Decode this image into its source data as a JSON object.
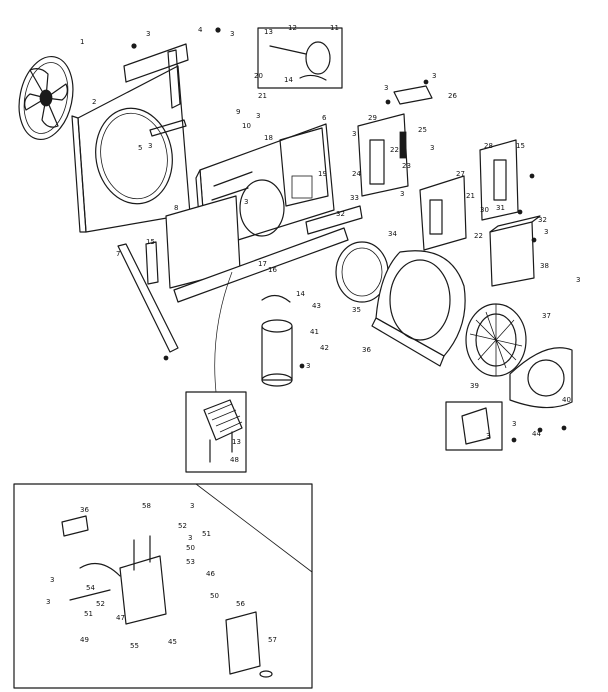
{
  "figure": {
    "type": "exploded-parts-diagram",
    "callouts": [
      {
        "num": "1"
      },
      {
        "num": "2"
      },
      {
        "num": "3"
      },
      {
        "num": "3"
      },
      {
        "num": "4"
      },
      {
        "num": "3"
      },
      {
        "num": "5"
      },
      {
        "num": "13"
      },
      {
        "num": "12"
      },
      {
        "num": "11"
      },
      {
        "num": "14"
      },
      {
        "num": "20"
      },
      {
        "num": "21"
      },
      {
        "num": "9"
      },
      {
        "num": "10"
      },
      {
        "num": "3"
      },
      {
        "num": "18"
      },
      {
        "num": "6"
      },
      {
        "num": "3"
      },
      {
        "num": "26"
      },
      {
        "num": "3"
      },
      {
        "num": "29"
      },
      {
        "num": "25"
      },
      {
        "num": "3"
      },
      {
        "num": "22"
      },
      {
        "num": "24"
      },
      {
        "num": "23"
      },
      {
        "num": "28"
      },
      {
        "num": "15"
      },
      {
        "num": "3"
      },
      {
        "num": "27"
      },
      {
        "num": "3"
      },
      {
        "num": "19"
      },
      {
        "num": "3"
      },
      {
        "num": "8"
      },
      {
        "num": "7"
      },
      {
        "num": "15"
      },
      {
        "num": "32"
      },
      {
        "num": "33"
      },
      {
        "num": "21"
      },
      {
        "num": "22"
      },
      {
        "num": "32"
      },
      {
        "num": "3"
      },
      {
        "num": "30"
      },
      {
        "num": "31"
      },
      {
        "num": "17"
      },
      {
        "num": "16"
      },
      {
        "num": "34"
      },
      {
        "num": "14"
      },
      {
        "num": "43"
      },
      {
        "num": "35"
      },
      {
        "num": "41"
      },
      {
        "num": "42"
      },
      {
        "num": "3"
      },
      {
        "num": "36"
      },
      {
        "num": "37"
      },
      {
        "num": "3"
      },
      {
        "num": "38"
      },
      {
        "num": "39"
      },
      {
        "num": "40"
      },
      {
        "num": "3"
      },
      {
        "num": "3"
      },
      {
        "num": "44"
      },
      {
        "num": "13"
      },
      {
        "num": "48"
      },
      {
        "num": "36"
      },
      {
        "num": "58"
      },
      {
        "num": "3"
      },
      {
        "num": "52"
      },
      {
        "num": "3"
      },
      {
        "num": "50"
      },
      {
        "num": "51"
      },
      {
        "num": "53"
      },
      {
        "num": "46"
      },
      {
        "num": "3"
      },
      {
        "num": "54"
      },
      {
        "num": "3"
      },
      {
        "num": "52"
      },
      {
        "num": "51"
      },
      {
        "num": "47"
      },
      {
        "num": "50"
      },
      {
        "num": "49"
      },
      {
        "num": "45"
      },
      {
        "num": "55"
      },
      {
        "num": "56"
      },
      {
        "num": "57"
      }
    ]
  }
}
